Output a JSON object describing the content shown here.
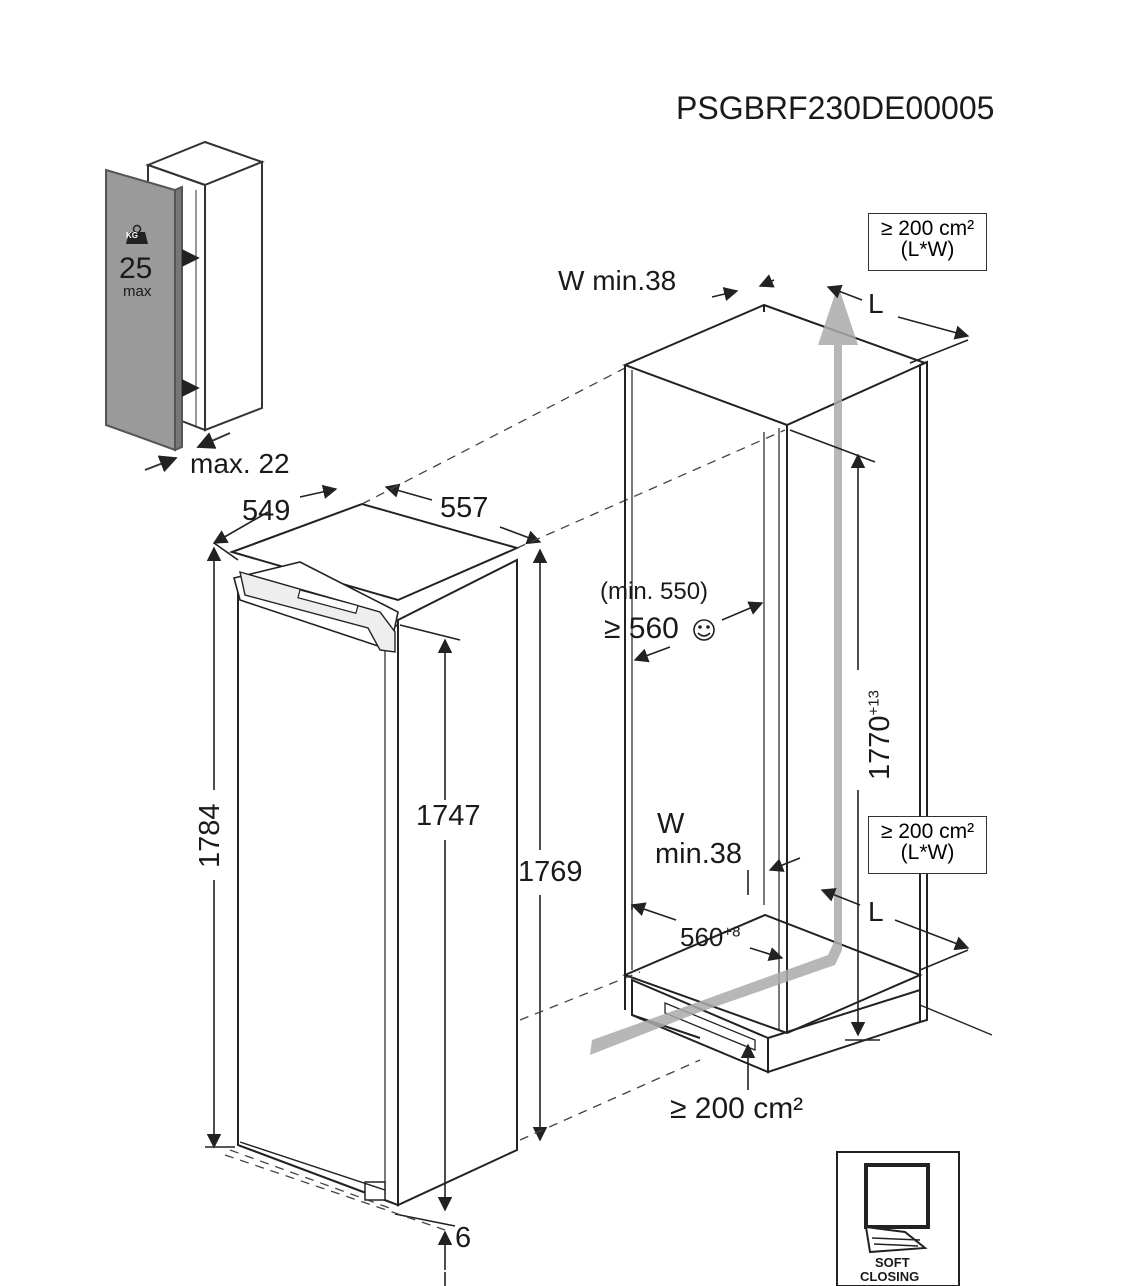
{
  "doc_code": "PSGBRF230DE00005",
  "door_weight": {
    "value": "25",
    "unit_badge": "KG",
    "suffix": "max"
  },
  "dims": {
    "max_door_thickness": "max. 22",
    "depth_549": "549",
    "width_557": "557",
    "height_1784": "1784",
    "height_1747": "1747",
    "height_1769": "1769",
    "bottom_6": "6",
    "niche_height": "1770",
    "niche_height_tol": "+13",
    "niche_width": "560",
    "niche_width_tol": "+8",
    "wall_min_top": "W min.38",
    "wall_min_bottom_w": "W",
    "wall_min_bottom_val": "min.38",
    "depth_min_paren": "(min. 550)",
    "depth_recommended": "≥ 560",
    "vent_area_bottom": "≥ 200 cm²",
    "vent_top_line1": "≥ 200 cm²",
    "vent_top_line2": "(L*W)",
    "vent_mid_line1": "≥ 200 cm²",
    "vent_mid_line2": "(L*W)",
    "l_top": "L",
    "l_bottom": "L"
  },
  "soft_closing": {
    "line1": "SOFT",
    "line2": "CLOSING"
  }
}
